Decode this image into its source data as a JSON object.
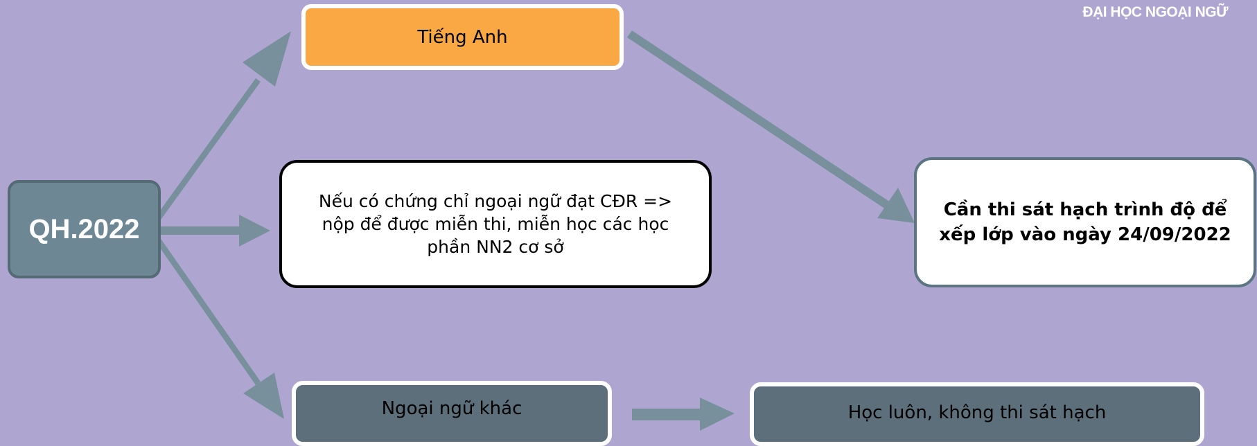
{
  "header": {
    "org_name": "ĐẠI HỌC NGOẠI NGỮ"
  },
  "nodes": {
    "root": "QH.2022",
    "english": "Tiếng Anh",
    "certificate": "Nếu có chứng chỉ ngoại ngữ đạt CĐR => nộp để được miễn thi, miễn học các học phần NN2 cơ sở",
    "placement_exam": "Cần thi sát hạch trình độ để xếp lớp vào ngày 24/09/2022",
    "other_language": "Ngoại ngữ khác",
    "study_directly": "Học luôn, không thi sát hạch"
  },
  "colors": {
    "background": "#aea6d1",
    "arrow": "#77909c",
    "root_fill": "#6d8794",
    "english_fill": "#f9a843",
    "dark_fill": "#5c6f7b"
  }
}
